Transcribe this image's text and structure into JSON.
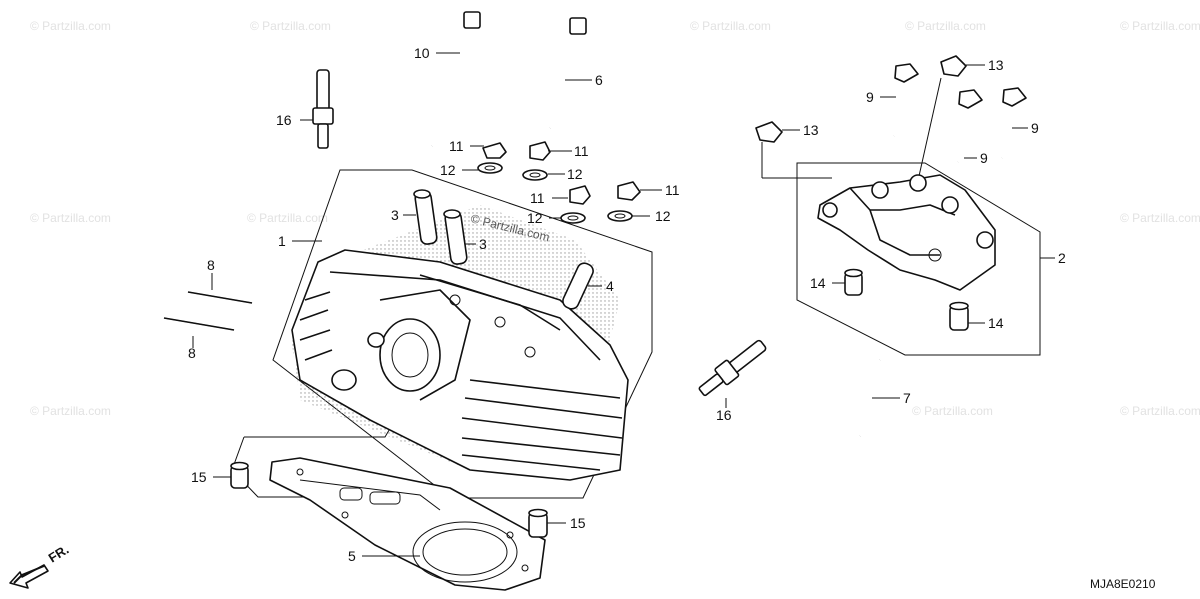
{
  "diagram": {
    "catalog_code": "MJA8E0210",
    "direction_marker": "FR.",
    "watermark_text": "© Partzilla.com",
    "callouts": [
      {
        "id": "c1",
        "label": "1"
      },
      {
        "id": "c2",
        "label": "2"
      },
      {
        "id": "c3a",
        "label": "3"
      },
      {
        "id": "c3b",
        "label": "3"
      },
      {
        "id": "c4",
        "label": "4"
      },
      {
        "id": "c5",
        "label": "5"
      },
      {
        "id": "c6",
        "label": "6"
      },
      {
        "id": "c7",
        "label": "7"
      },
      {
        "id": "c8a",
        "label": "8"
      },
      {
        "id": "c8b",
        "label": "8"
      },
      {
        "id": "c9a",
        "label": "9"
      },
      {
        "id": "c9b",
        "label": "9"
      },
      {
        "id": "c9c",
        "label": "9"
      },
      {
        "id": "c10",
        "label": "10"
      },
      {
        "id": "c11a",
        "label": "11"
      },
      {
        "id": "c11b",
        "label": "11"
      },
      {
        "id": "c11c",
        "label": "11"
      },
      {
        "id": "c11d",
        "label": "11"
      },
      {
        "id": "c12a",
        "label": "12"
      },
      {
        "id": "c12b",
        "label": "12"
      },
      {
        "id": "c12c",
        "label": "12"
      },
      {
        "id": "c12d",
        "label": "12"
      },
      {
        "id": "c13a",
        "label": "13"
      },
      {
        "id": "c13b",
        "label": "13"
      },
      {
        "id": "c14a",
        "label": "14"
      },
      {
        "id": "c14b",
        "label": "14"
      },
      {
        "id": "c15a",
        "label": "15"
      },
      {
        "id": "c15b",
        "label": "15"
      },
      {
        "id": "c16a",
        "label": "16"
      },
      {
        "id": "c16b",
        "label": "16"
      }
    ]
  }
}
